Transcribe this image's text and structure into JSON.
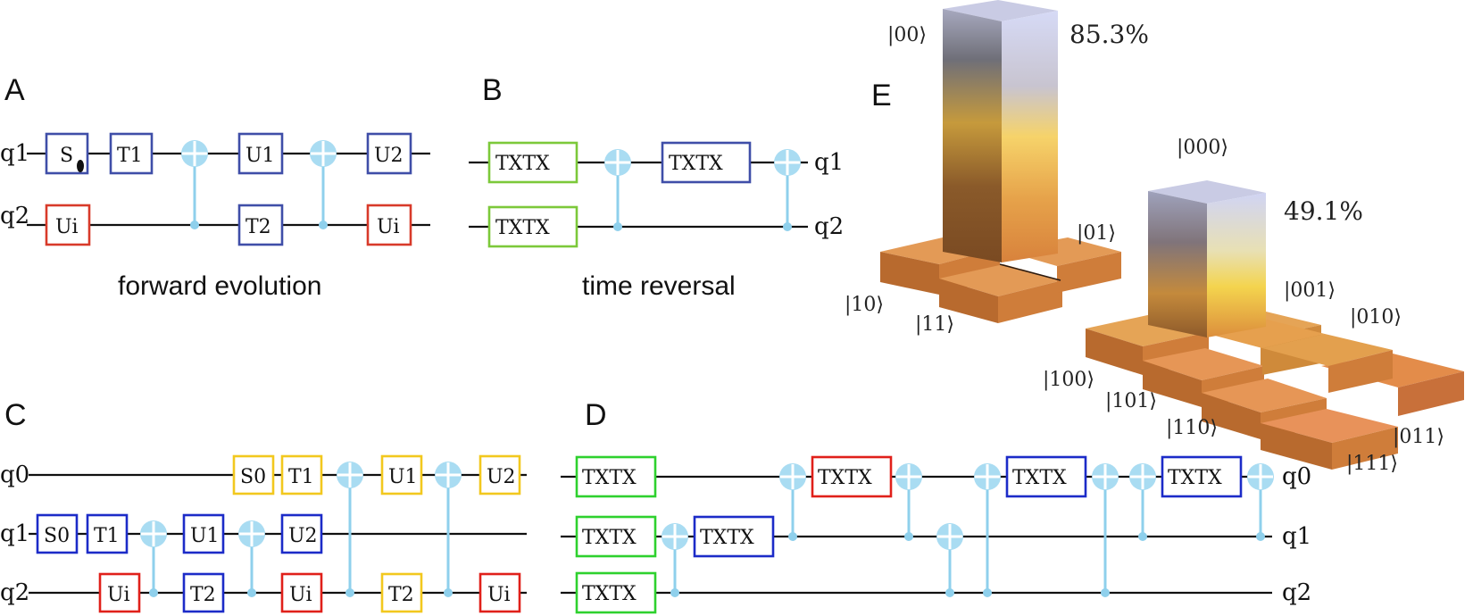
{
  "panels": {
    "A": {
      "label": "A",
      "caption": "forward evolution",
      "qubits": [
        "q1",
        "q2"
      ],
      "gates": [
        {
          "text": "S",
          "color": "#3f4ea8"
        },
        {
          "text": "T1",
          "color": "#3f4ea8"
        },
        {
          "text": "U1",
          "color": "#3f4ea8"
        },
        {
          "text": "U2",
          "color": "#3f4ea8"
        },
        {
          "text": "Ui",
          "color": "#d83a2a"
        },
        {
          "text": "T2",
          "color": "#3f4ea8"
        },
        {
          "text": "Ui",
          "color": "#d83a2a"
        }
      ]
    },
    "B": {
      "label": "B",
      "caption": "time reversal",
      "qubits": [
        "q1",
        "q2"
      ],
      "gates": [
        {
          "text": "TXTX",
          "color": "#7cc93a"
        },
        {
          "text": "TXTX",
          "color": "#3f4ea8"
        },
        {
          "text": "TXTX",
          "color": "#7cc93a"
        }
      ]
    },
    "C": {
      "label": "C",
      "qubits": [
        "q0",
        "q1",
        "q2"
      ],
      "gates": [
        {
          "text": "S0",
          "color": "#f2c81e"
        },
        {
          "text": "T1",
          "color": "#f2c81e"
        },
        {
          "text": "U1",
          "color": "#f2c81e"
        },
        {
          "text": "U2",
          "color": "#f2c81e"
        },
        {
          "text": "S0",
          "color": "#1c2bc8"
        },
        {
          "text": "T1",
          "color": "#1c2bc8"
        },
        {
          "text": "U1",
          "color": "#1c2bc8"
        },
        {
          "text": "U2",
          "color": "#1c2bc8"
        },
        {
          "text": "Ui",
          "color": "#e0201a"
        },
        {
          "text": "T2",
          "color": "#1c2bc8"
        },
        {
          "text": "Ui",
          "color": "#e0201a"
        },
        {
          "text": "T2",
          "color": "#f2c81e"
        },
        {
          "text": "Ui",
          "color": "#e0201a"
        }
      ]
    },
    "D": {
      "label": "D",
      "qubits": [
        "q0",
        "q1",
        "q2"
      ],
      "gates": [
        {
          "text": "TXTX",
          "color": "#2ed12e"
        },
        {
          "text": "TXTX",
          "color": "#e0201a"
        },
        {
          "text": "TXTX",
          "color": "#1c2bc8"
        },
        {
          "text": "TXTX",
          "color": "#1c2bc8"
        },
        {
          "text": "TXTX",
          "color": "#2ed12e"
        },
        {
          "text": "TXTX",
          "color": "#1c2bc8"
        },
        {
          "text": "TXTX",
          "color": "#2ed12e"
        }
      ]
    },
    "E": {
      "label": "E",
      "two_qubit": {
        "states": [
          "|00⟩",
          "|01⟩",
          "|10⟩",
          "|11⟩"
        ],
        "peak_state": "|00⟩",
        "peak_value": "85.3%"
      },
      "three_qubit": {
        "states": [
          "|000⟩",
          "|001⟩",
          "|010⟩",
          "|011⟩",
          "|100⟩",
          "|101⟩",
          "|110⟩",
          "|111⟩"
        ],
        "peak_state": "|000⟩",
        "peak_value": "49.1%"
      }
    }
  },
  "colors": {
    "control_wire": "#8fd0ec",
    "target_fill": "#a9dcf2",
    "bar_orange": "#d8823c",
    "bar_top_blue": "#c4c8e8"
  },
  "icons": [
    "cnot-target-icon",
    "control-dot-icon",
    "dagger-mark-icon"
  ]
}
